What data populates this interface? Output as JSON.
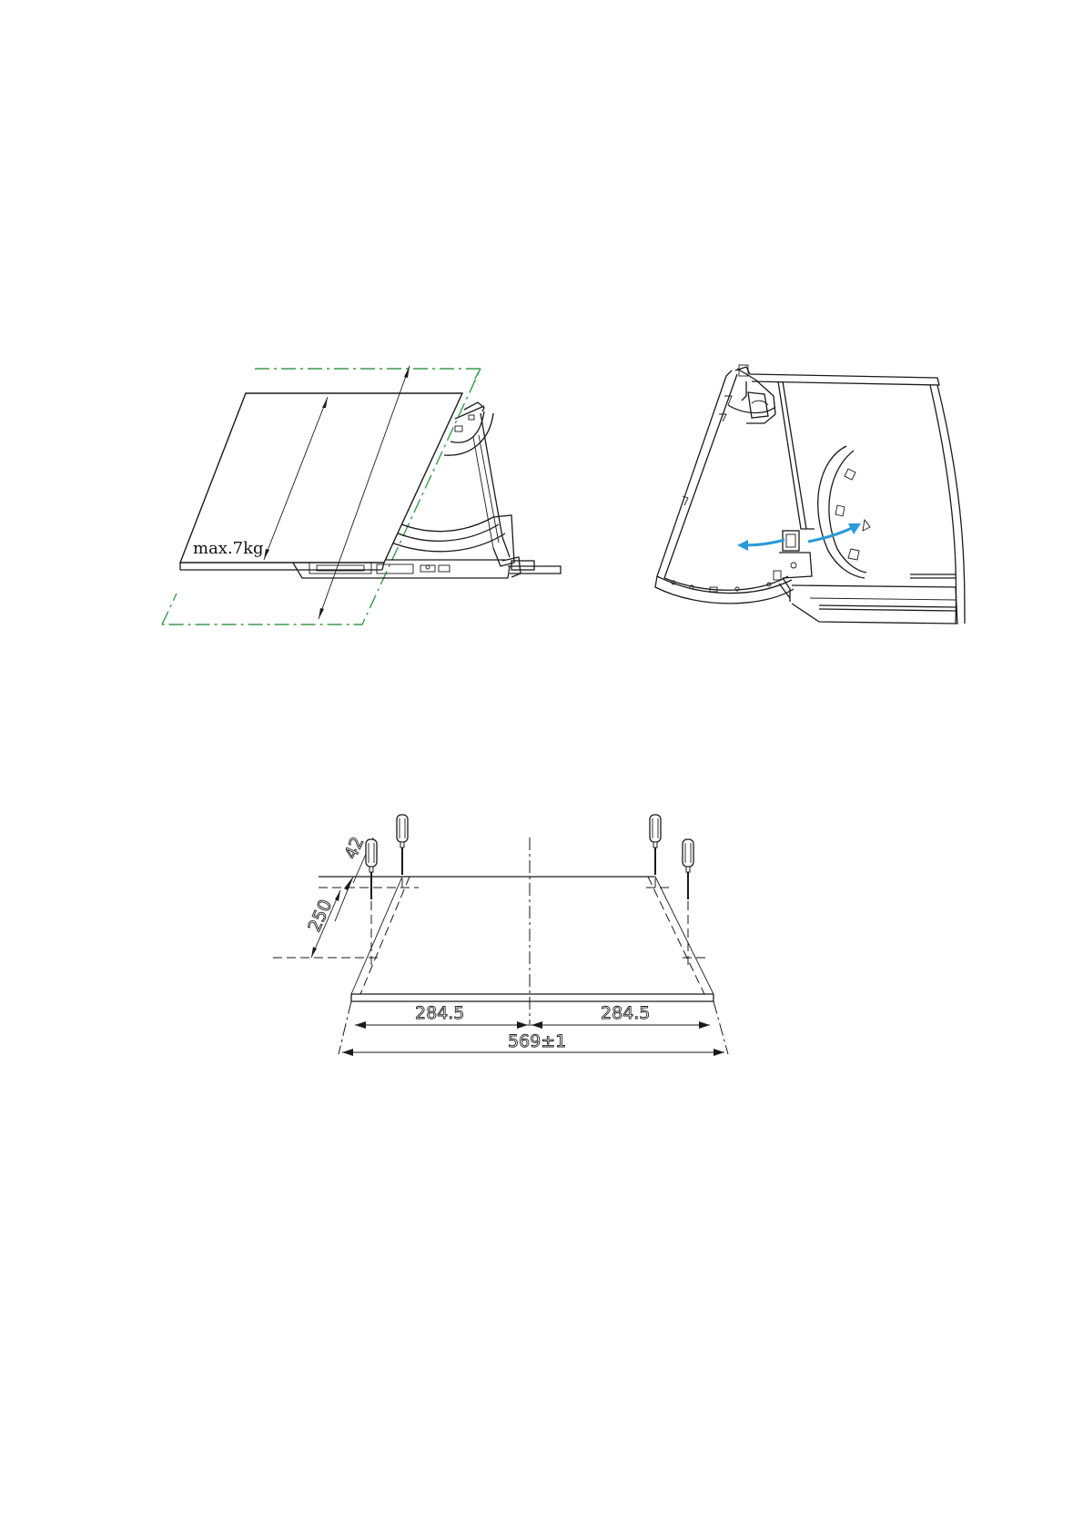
{
  "figures": {
    "weight": {
      "label": "max.7kg",
      "outline_color": "#3a9a4a"
    },
    "hinge": {
      "arrow_color": "#2a9ad8"
    },
    "mount": {
      "dim_vertical_small": "42",
      "dim_vertical_large": "250",
      "dim_half_left": "284.5",
      "dim_half_right": "284.5",
      "dim_total": "569±1"
    }
  },
  "icons": [
    "screwdriver-icon"
  ]
}
